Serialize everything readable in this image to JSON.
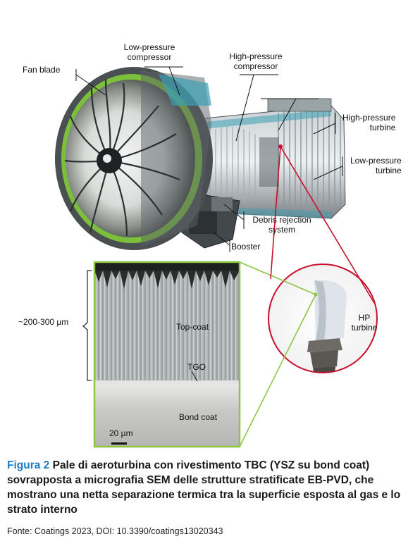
{
  "engine_labels": {
    "fan_blade": "Fan blade",
    "low_pressure_compressor": [
      "Low-pressure",
      "compressor"
    ],
    "high_pressure_compressor": [
      "High-pressure",
      "compressor"
    ],
    "high_pressure_turbine": [
      "High-pressure",
      "turbine"
    ],
    "low_pressure_turbine": [
      "Low-pressure",
      "turbine"
    ],
    "debris_rejection_system": [
      "Debris rejection",
      "system"
    ],
    "booster": "Booster"
  },
  "sem_labels": {
    "thickness": "~200-300 µm",
    "top_coat": "Top-coat",
    "tgo": "TGO",
    "bond_coat": "Bond coat",
    "scale_bar": "20 µm"
  },
  "inset_labels": {
    "hp_turbine": [
      "HP",
      "turbine"
    ]
  },
  "caption": {
    "figure_label": "Figura 2",
    "text": " Pale di aeroturbina con rivestimento TBC (YSZ su bond coat) sovrapposta a micrografia SEM delle strutture stratificate EB-PVD, che mostrano una netta separazione termica tra la superficie esposta al gas e lo strato interno"
  },
  "source": "Fonte: Coatings 2023, DOI: 10.3390/coatings13020343",
  "colors": {
    "caption_accent": "#1f7fc1",
    "sem_frame": "#8cc63f",
    "inset_frame": "#c8102e"
  }
}
